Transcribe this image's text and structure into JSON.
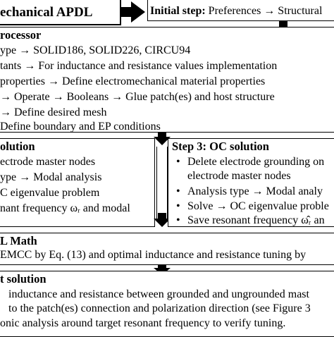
{
  "header": {
    "title_fragment": "echanical APDL",
    "initial_step": "Initial step:",
    "initial_rest": " Preferences → Structural"
  },
  "preprocessor": {
    "title": "rocessor",
    "lines": [
      "ype → SOLID186, SOLID226, CIRCU94",
      "tants → For inductance and resistance values implementation",
      "properties → Define electromechanical material properties",
      "→ Operate → Booleans → Glue patch(es) and host structure",
      "→ Define desired mesh",
      "Define boundary and EP conditions"
    ]
  },
  "sc_solution": {
    "title": "olution",
    "lines": [
      "ectrode master nodes",
      "ype → Modal analysis",
      "C eigenvalue problem",
      "nant frequency ωᵣ and modal"
    ]
  },
  "oc_solution": {
    "title": "Step 3: OC solution",
    "bullets": [
      "Delete electrode grounding on",
      "electrode master nodes",
      "Analysis type → Modal analy",
      "Solve → OC eigenvalue proble",
      "Save resonant frequency ω̂ᵣ an"
    ]
  },
  "apdl_math": {
    "title": "L Math",
    "line": "EMCC by Eq. (13) and optimal inductance and resistance tuning by"
  },
  "harmonic": {
    "title": "t solution",
    "lines": [
      "inductance and resistance between grounded and ungrounded mast",
      "to the patch(es) connection and polarization direction (see Figure 3",
      "onic analysis around target resonant frequency to verify tuning."
    ]
  },
  "bullet_char": "•",
  "colors": {
    "ink": "#000000",
    "bg": "#ffffff"
  }
}
